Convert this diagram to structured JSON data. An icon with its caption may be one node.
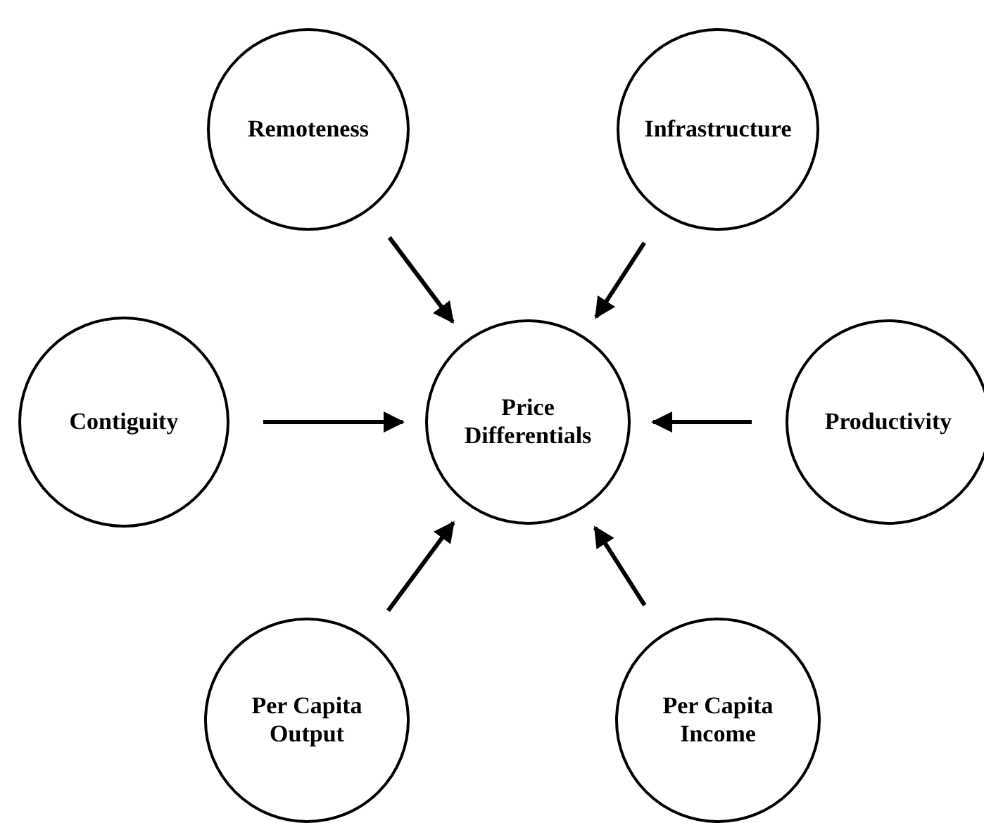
{
  "diagram": {
    "nodes": [
      {
        "text": [
          "Remoteness"
        ]
      },
      {
        "text": [
          "Infrastructure"
        ]
      },
      {
        "text": [
          "Contiguity"
        ]
      },
      {
        "text": [
          "Price Differentials"
        ]
      },
      {
        "text": [
          "Productivity"
        ]
      },
      {
        "text": [
          "Per Capita Output"
        ]
      },
      {
        "text": [
          "Per Capita Income"
        ]
      }
    ],
    "edges": [
      {
        "from": 0,
        "to": 3,
        "arrow": "to"
      },
      {
        "from": 1,
        "to": 3,
        "arrow": "to"
      },
      {
        "from": 2,
        "to": 3,
        "arrow": "to"
      },
      {
        "from": 4,
        "to": 3,
        "arrow": "to"
      },
      {
        "from": 5,
        "to": 3,
        "arrow": "to"
      },
      {
        "from": 6,
        "to": 3,
        "arrow": "to"
      }
    ]
  }
}
